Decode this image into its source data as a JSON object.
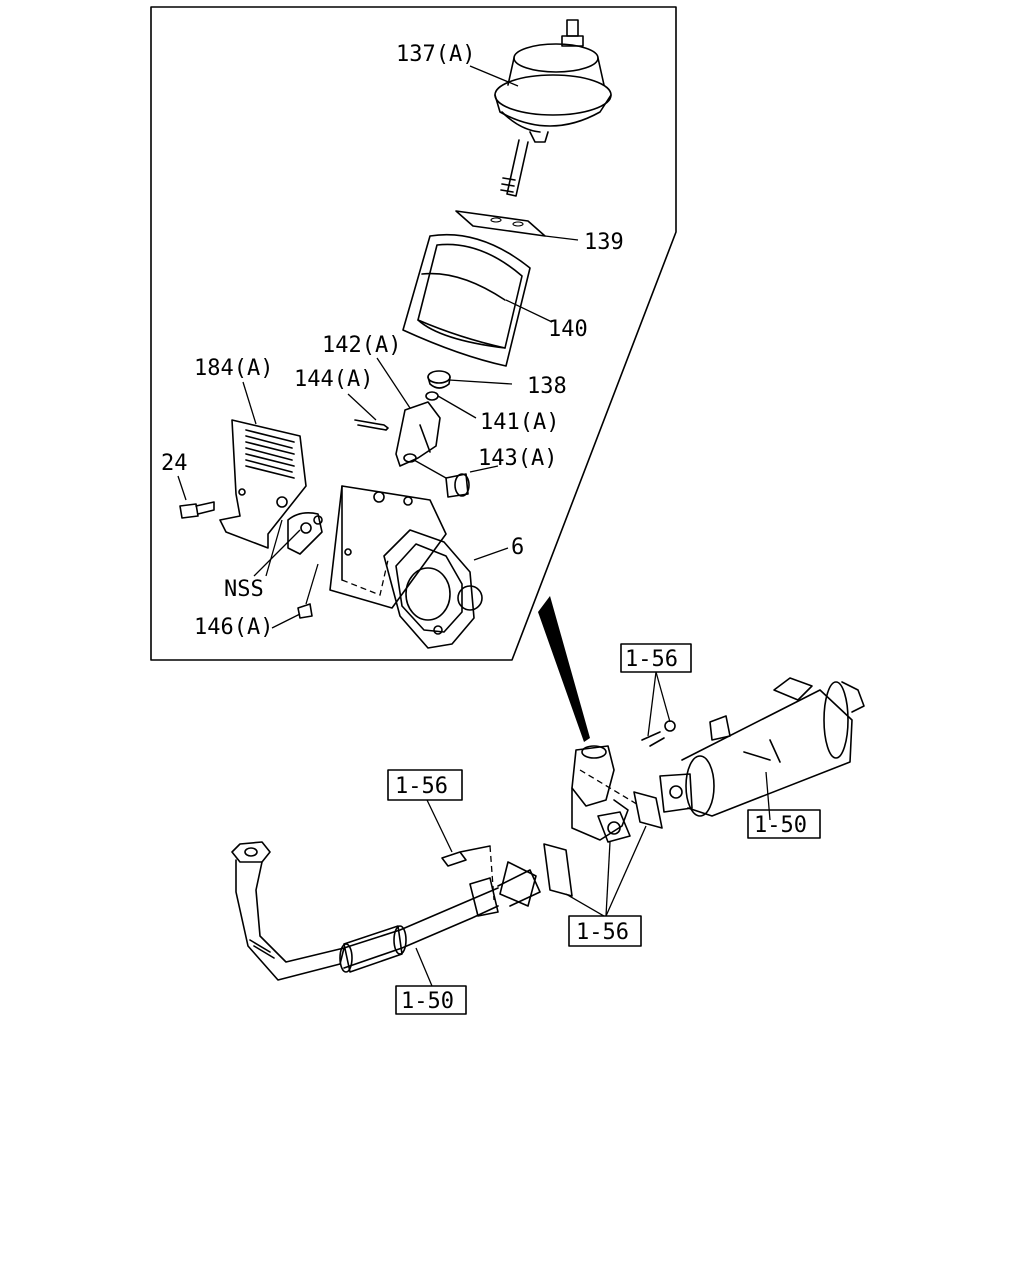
{
  "labels": {
    "p137": "137(A)",
    "p139": "139",
    "p140": "140",
    "p142": "142(A)",
    "p144": "144(A)",
    "p138": "138",
    "p141": "141(A)",
    "p184": "184(A)",
    "p24": "24",
    "p143": "143(A)",
    "p6": "6",
    "nss": "NSS",
    "p146": "146(A)"
  },
  "refs": {
    "r156_top": "1-56",
    "r156_left": "1-56",
    "r156_bottom": "1-56",
    "r150_right": "1-50",
    "r150_bottom": "1-50"
  }
}
